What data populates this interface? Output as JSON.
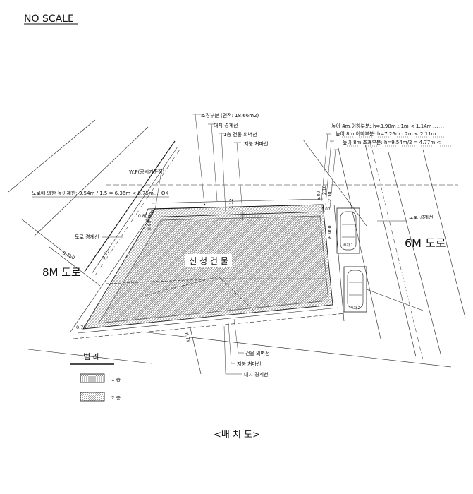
{
  "header": {
    "scale_note": "NO SCALE"
  },
  "callouts_top": {
    "landscape": "조경부분 (면적: 18.66m2)",
    "site_boundary": "대지 경계선",
    "first_floor_wall": "1층 건물 외벽선",
    "roof_eave": "지붕 처마선"
  },
  "height_limits": {
    "line1": "높이 4m 이하부분: h=3.90m : 1m < 1.14m ...",
    "line2": "높이 8m 이하부분: h=7.26m : 2m < 2.11m ...",
    "line3": "높이 8m 초과부분: h=9.54m/2 = 4.77m <"
  },
  "left_notes": {
    "wp": "W.P(공시기준점)",
    "road_height": "도로에 의한 높이제한: 9.54m / 1.5 = 6.36m < 8.75m.... OK",
    "road_boundary": "도로 경계선",
    "road_left": "8M 도로"
  },
  "right_notes": {
    "road_boundary": "도로 경계선",
    "road_right": "6M 도로"
  },
  "building": {
    "label": "신 청 건 물"
  },
  "parking": {
    "label1": "주차 1",
    "label2": "주차 2"
  },
  "dimensions": {
    "d1": "1.000",
    "d2": "1.12",
    "d3": "5.00",
    "d4": "2.10",
    "d5": "6.900",
    "d6": "2.10",
    "d7": "8.750",
    "d8": "9.75",
    "d9": "0.75",
    "d10": "6.75",
    "d11": "0.80",
    "d12": "0.95",
    "d13": "1.00"
  },
  "callouts_bottom": {
    "wall": "건물 외벽선",
    "roof_eave": "지붕 처마선",
    "site_boundary": "대지 경계선"
  },
  "legend": {
    "title": "범 례",
    "item1": "1 층",
    "item2": "2 층"
  },
  "caption": "<배 치 도>"
}
